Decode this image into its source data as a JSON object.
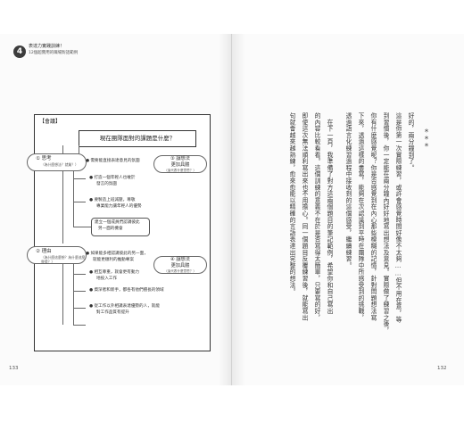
{
  "chapter": {
    "number": "4",
    "title": "表達力實踐訓練！",
    "subtitle": "12個超實用的職場對話範例"
  },
  "worksheet": {
    "header": "【會議】",
    "question": "現在團隊面對的課題是什麼？",
    "think": {
      "label": "① 思考",
      "prompt": "（為什麼想法？就業？）"
    },
    "reason": {
      "label": "② 理由",
      "prompt": "（為什麼這麼想？為什麼這麼覺得？）"
    },
    "hint_top": {
      "line1": "③ 讓想法",
      "line2": "更加具體",
      "prompt": "（這代表什麼意思？）"
    },
    "hint_bottom": {
      "line1": "④ 讓想法",
      "line2": "更加具體",
      "prompt": "（這代表什麼意思？）"
    },
    "think_notes": [
      "● 需要能直接表達意見的氛圍",
      "● 打造一個年輕人也敢於",
      "發言的氛圍",
      "● 要製造上班減壓，尊敬",
      "專業能力讓年輕人的優勢",
      "建立一個成員們認識彼此",
      "另一面的機會"
    ],
    "reason_notes": [
      "● 如果能多相認識彼此的另一面，",
      "就能更順利的推動專案",
      "● 相互尊重，就會更有動力",
      "地投入工作",
      "● 資深者和新手，都各有他們擅長的領域",
      "● 從工作以外相識表達優勢的人，就能",
      "對工作品質有提升"
    ]
  },
  "page_numbers": {
    "left": "133",
    "right": "132"
  },
  "right_page": {
    "stars": "＊＊＊",
    "columns": [
      "好的，兩分鐘到了。",
      "這是你第一次實際練習，或許會感覺時間好像不太夠……但不用在意，等",
      "到習慣後，你一定能在兩分鐘內好好地寫出想法及意見。實際做了練習之後，",
      "你有什麼感覺呢？你是否感覺到在內心那些模糊的記憶，針對問題想法寫",
      "下來，透過這樣的書寫，能夠在次認識到平時在團隊中所感受到的挑戰，",
      "透過語言化練習過程中接收到的這個感受，繼續練習。",
      "　在下一頁，我準備了對方這兩個題目的筆記範例，希望你和自己寫出",
      "的內容比較看看。這個訓練的意義不在於是否寫得太簡單，只要寫的好，",
      "即使這次無法順利寫出來也不用擔心。同一個題目反覆練習後，就能寫出",
      "句就會越來越熟練，愈來愈能以精確的言語表達出完整的想法。"
    ]
  }
}
